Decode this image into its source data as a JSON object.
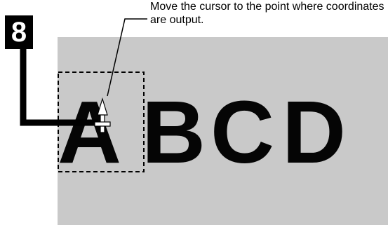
{
  "step": {
    "number": "8"
  },
  "callout": {
    "text": "Move the cursor to the point where coordinates are output."
  },
  "canvas": {
    "letters": [
      "A",
      "B",
      "C",
      "D"
    ]
  },
  "icons": {
    "cursor": "crosshair-cursor-icon"
  },
  "colors": {
    "canvas_bg": "#c9c9c9",
    "ink": "#000000",
    "cursor_fill": "#ffffff"
  }
}
